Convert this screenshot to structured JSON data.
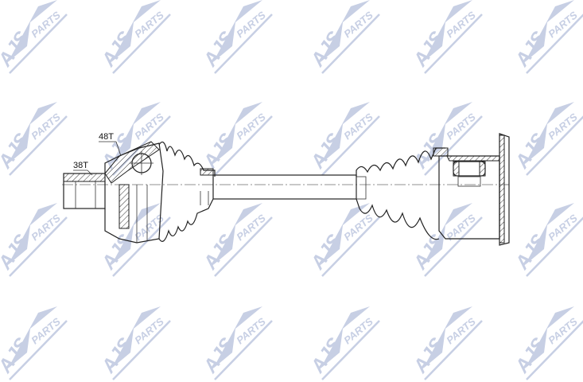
{
  "watermark": {
    "brand": "AJS",
    "suffix": "PARTS",
    "color": "#c7cfe4"
  },
  "drawing": {
    "labels": {
      "outer_teeth": "48T",
      "stub_teeth": "38T"
    },
    "line_color": "#222222",
    "hatch_color": "#333333"
  }
}
